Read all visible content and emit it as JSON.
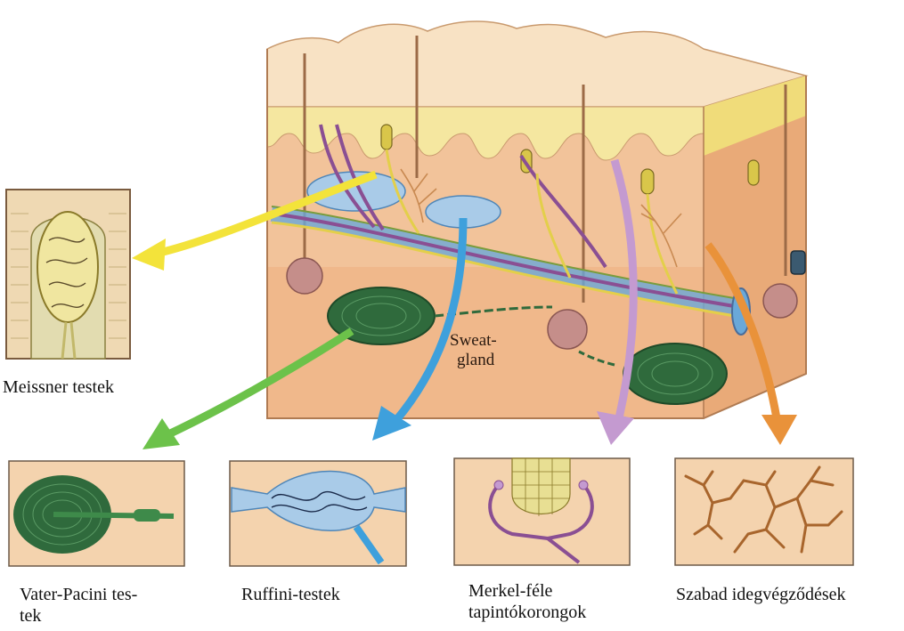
{
  "block_label": {
    "line1": "Sweat-",
    "line2": "gland"
  },
  "insets": [
    {
      "id": "meissner",
      "label": "Meissner testek",
      "arrow_color": "#f3e33a"
    },
    {
      "id": "pacini",
      "label_line1": "Vater-Pacini tes-",
      "label_line2": "tek",
      "arrow_color": "#6cc24a"
    },
    {
      "id": "ruffini",
      "label": "Ruffini-testek",
      "arrow_color": "#3ea0dc"
    },
    {
      "id": "merkel",
      "label_line1": "Merkel-féle",
      "label_line2": "tapintókorongok",
      "arrow_color": "#c49ad0"
    },
    {
      "id": "free",
      "label": "Szabad idegvégződések",
      "arrow_color": "#e9923a"
    }
  ],
  "colors": {
    "skin_top": "#f7dcb8",
    "epidermis": "#f3e6a8",
    "dermis": "#f4c9a0",
    "side_face": "#e7a97a",
    "corpuscle_green": "#2f6a3c",
    "nerve_purple": "#8a4f93",
    "nerve_yellow": "#e3cf4a",
    "nerve_blue": "#6aa8d8",
    "free_nerve_brown": "#a8652c"
  }
}
